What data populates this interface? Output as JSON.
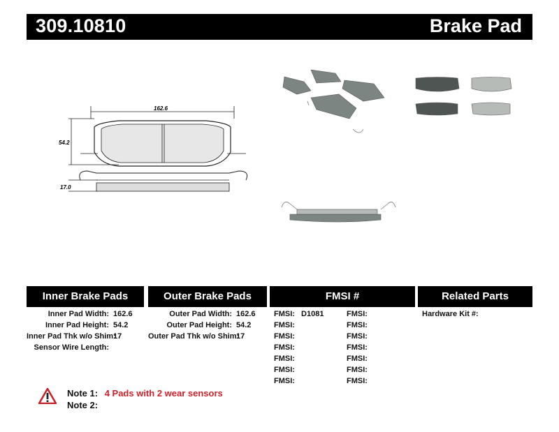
{
  "header": {
    "part_number": "309.10810",
    "category": "Brake Pad"
  },
  "drawing": {
    "width_dim": "162.6",
    "height_dim": "54.2",
    "thickness_dim": "17.0"
  },
  "sections": {
    "inner_title": "Inner Brake Pads Specs",
    "outer_title": "Outer Brake Pads Specs",
    "fmsi_title": "FMSI #",
    "related_title": "Related Parts"
  },
  "inner_specs": [
    {
      "label": "Inner Pad Width:",
      "value": "162.6"
    },
    {
      "label": "Inner Pad Height:",
      "value": "54.2"
    },
    {
      "label": "Inner Pad Thk w/o Shim:",
      "value": "17"
    },
    {
      "label": "Sensor Wire Length:",
      "value": ""
    }
  ],
  "outer_specs": [
    {
      "label": "Outer Pad Width:",
      "value": "162.6"
    },
    {
      "label": "Outer Pad Height:",
      "value": "54.2"
    },
    {
      "label": "Outer Pad Thk w/o Shim:",
      "value": "17"
    }
  ],
  "fmsi_col1": [
    {
      "label": "FMSI:",
      "value": "D1081"
    },
    {
      "label": "FMSI:",
      "value": ""
    },
    {
      "label": "FMSI:",
      "value": ""
    },
    {
      "label": "FMSI:",
      "value": ""
    },
    {
      "label": "FMSI:",
      "value": ""
    },
    {
      "label": "FMSI:",
      "value": ""
    },
    {
      "label": "FMSI:",
      "value": ""
    }
  ],
  "fmsi_col2": [
    {
      "label": "FMSI:",
      "value": ""
    },
    {
      "label": "FMSI:",
      "value": ""
    },
    {
      "label": "FMSI:",
      "value": ""
    },
    {
      "label": "FMSI:",
      "value": ""
    },
    {
      "label": "FMSI:",
      "value": ""
    },
    {
      "label": "FMSI:",
      "value": ""
    },
    {
      "label": "FMSI:",
      "value": ""
    }
  ],
  "related": [
    {
      "label": "Hardware Kit #:",
      "value": ""
    }
  ],
  "notes": [
    {
      "label": "Note 1:",
      "text": "4 Pads with 2 wear sensors"
    },
    {
      "label": "Note 2:",
      "text": ""
    }
  ],
  "colors": {
    "header_bg": "#000000",
    "note_red": "#d0212a",
    "pad_gray": "#7d8582"
  }
}
